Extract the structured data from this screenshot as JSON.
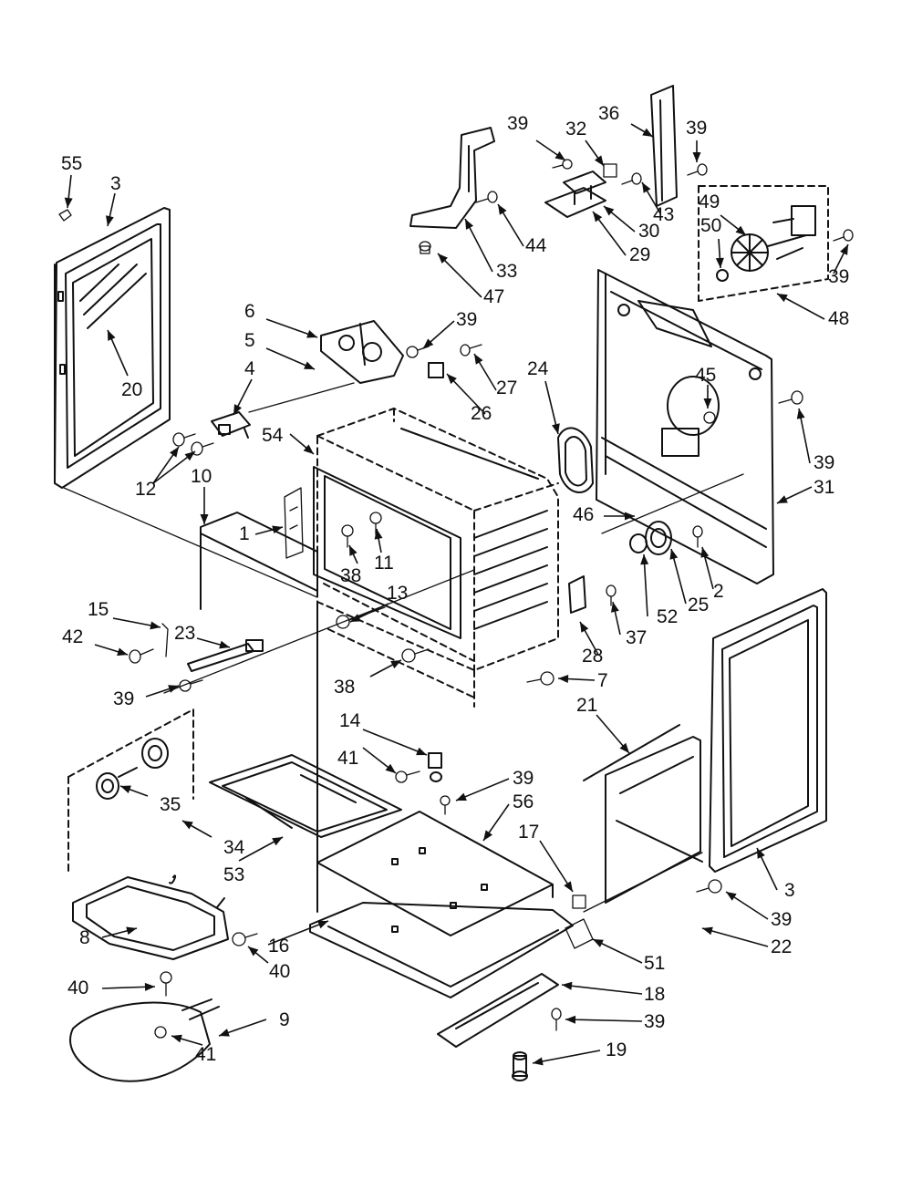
{
  "colors": {
    "ink": "#111111",
    "background": "#ffffff"
  },
  "callouts": [
    {
      "id": "c55",
      "text": "55"
    },
    {
      "id": "c3a",
      "text": "3"
    },
    {
      "id": "c20",
      "text": "20"
    },
    {
      "id": "c6",
      "text": "6"
    },
    {
      "id": "c5",
      "text": "5"
    },
    {
      "id": "c4",
      "text": "4"
    },
    {
      "id": "c12",
      "text": "12"
    },
    {
      "id": "c54",
      "text": "54"
    },
    {
      "id": "c10",
      "text": "10"
    },
    {
      "id": "c1",
      "text": "1"
    },
    {
      "id": "c38a",
      "text": "38"
    },
    {
      "id": "c11",
      "text": "11"
    },
    {
      "id": "c13",
      "text": "13"
    },
    {
      "id": "c15",
      "text": "15"
    },
    {
      "id": "c42",
      "text": "42"
    },
    {
      "id": "c23",
      "text": "23"
    },
    {
      "id": "c39a",
      "text": "39"
    },
    {
      "id": "c38b",
      "text": "38"
    },
    {
      "id": "c14",
      "text": "14"
    },
    {
      "id": "c41a",
      "text": "41"
    },
    {
      "id": "c35",
      "text": "35"
    },
    {
      "id": "c34",
      "text": "34"
    },
    {
      "id": "c53",
      "text": "53"
    },
    {
      "id": "c8",
      "text": "8"
    },
    {
      "id": "c40a",
      "text": "40"
    },
    {
      "id": "c40b",
      "text": "40"
    },
    {
      "id": "c16",
      "text": "16"
    },
    {
      "id": "c9",
      "text": "9"
    },
    {
      "id": "c41b",
      "text": "41"
    },
    {
      "id": "c39b",
      "text": "39"
    },
    {
      "id": "c56",
      "text": "56"
    },
    {
      "id": "c17",
      "text": "17"
    },
    {
      "id": "c51",
      "text": "51"
    },
    {
      "id": "c18",
      "text": "18"
    },
    {
      "id": "c39c",
      "text": "39"
    },
    {
      "id": "c19",
      "text": "19"
    },
    {
      "id": "c21",
      "text": "21"
    },
    {
      "id": "c22",
      "text": "22"
    },
    {
      "id": "c39d",
      "text": "39"
    },
    {
      "id": "c3b",
      "text": "3"
    },
    {
      "id": "c7",
      "text": "7"
    },
    {
      "id": "c28",
      "text": "28"
    },
    {
      "id": "c37",
      "text": "37"
    },
    {
      "id": "c52",
      "text": "52"
    },
    {
      "id": "c25",
      "text": "25"
    },
    {
      "id": "c2",
      "text": "2"
    },
    {
      "id": "c46",
      "text": "46"
    },
    {
      "id": "c31",
      "text": "31"
    },
    {
      "id": "c39e",
      "text": "39"
    },
    {
      "id": "c45",
      "text": "45"
    },
    {
      "id": "c24",
      "text": "24"
    },
    {
      "id": "c26",
      "text": "26"
    },
    {
      "id": "c27",
      "text": "27"
    },
    {
      "id": "c39f",
      "text": "39"
    },
    {
      "id": "c47",
      "text": "47"
    },
    {
      "id": "c33",
      "text": "33"
    },
    {
      "id": "c44",
      "text": "44"
    },
    {
      "id": "c39g",
      "text": "39"
    },
    {
      "id": "c32",
      "text": "32"
    },
    {
      "id": "c36",
      "text": "36"
    },
    {
      "id": "c39h",
      "text": "39"
    },
    {
      "id": "c43",
      "text": "43"
    },
    {
      "id": "c30",
      "text": "30"
    },
    {
      "id": "c29",
      "text": "29"
    },
    {
      "id": "c49",
      "text": "49"
    },
    {
      "id": "c50",
      "text": "50"
    },
    {
      "id": "c39i",
      "text": "39"
    },
    {
      "id": "c48",
      "text": "48"
    }
  ]
}
